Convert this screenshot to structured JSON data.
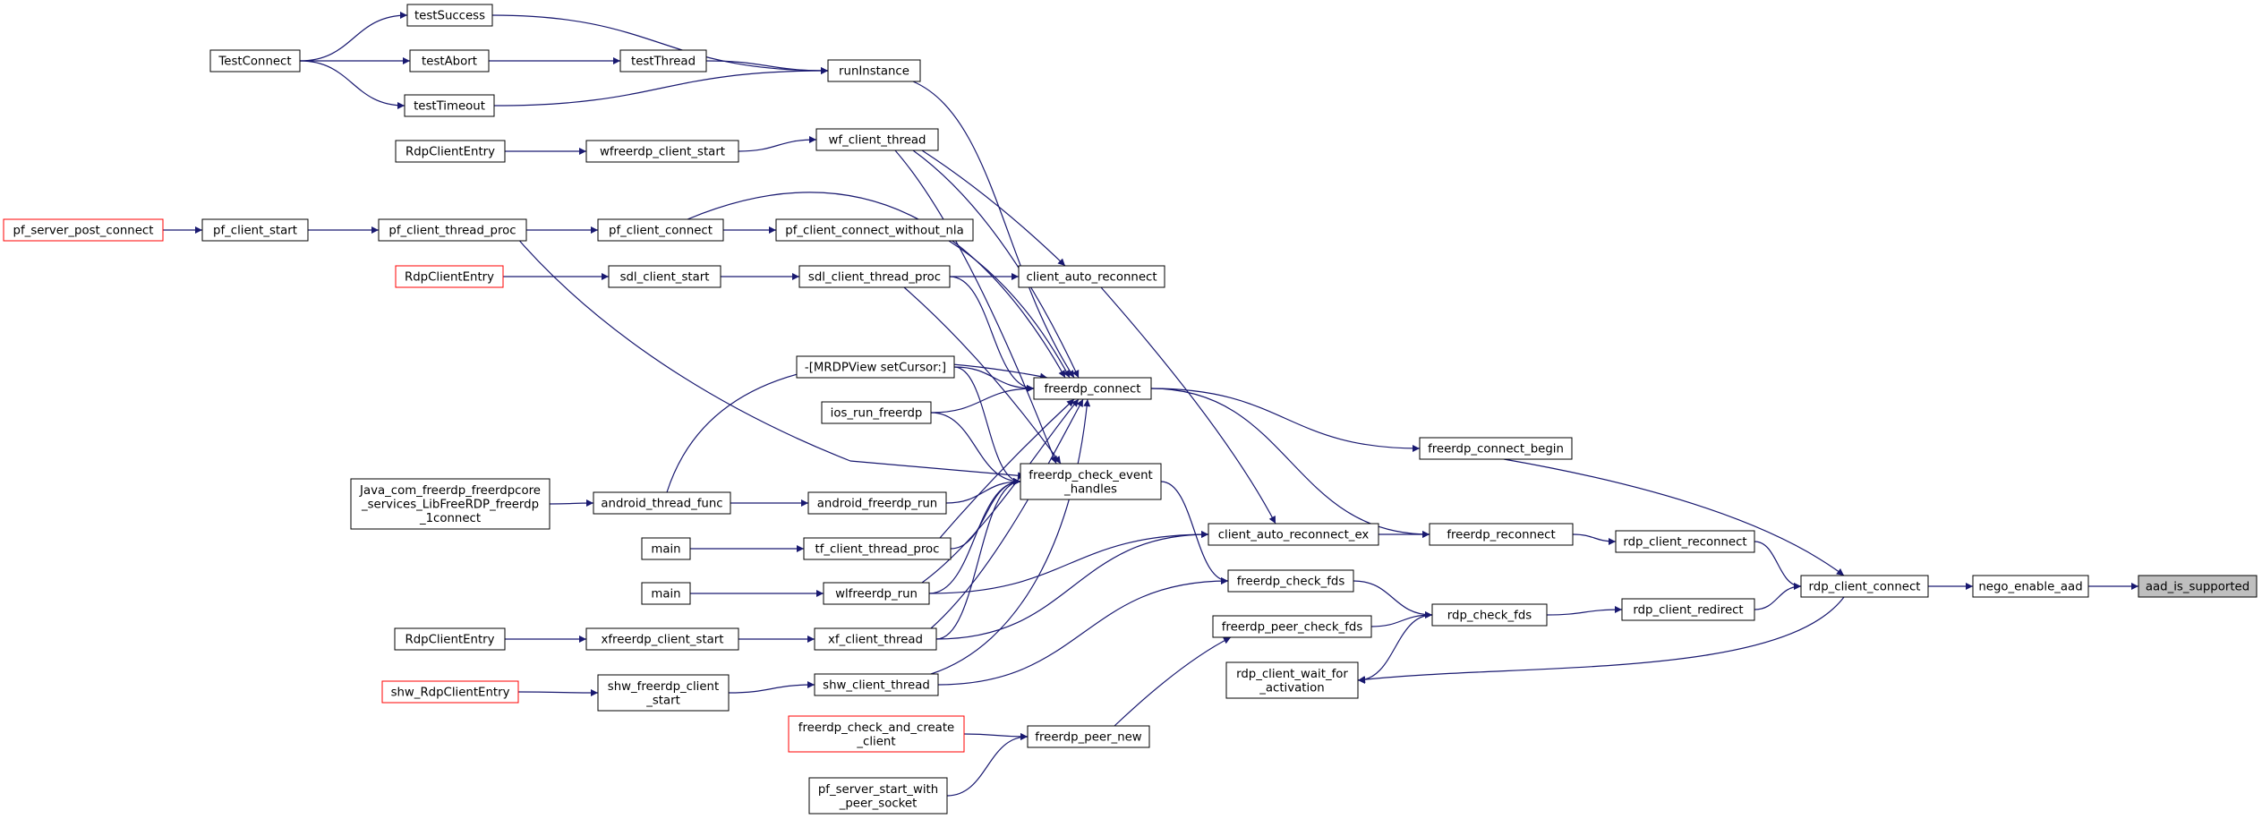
{
  "diagram": {
    "colors": {
      "edge": "#191970",
      "node_border": "#000000",
      "external_border": "#ff0000",
      "highlight_fill": "#bfbfbf"
    },
    "nodes": [
      {
        "id": "testSuccess",
        "lines": [
          "testSuccess"
        ]
      },
      {
        "id": "TestConnect",
        "lines": [
          "TestConnect"
        ]
      },
      {
        "id": "testAbort",
        "lines": [
          "testAbort"
        ]
      },
      {
        "id": "testThread",
        "lines": [
          "testThread"
        ]
      },
      {
        "id": "runInstance",
        "lines": [
          "runInstance"
        ]
      },
      {
        "id": "testTimeout",
        "lines": [
          "testTimeout"
        ]
      },
      {
        "id": "RdpClientEntry1",
        "lines": [
          "RdpClientEntry"
        ]
      },
      {
        "id": "wfreerdp_client_start",
        "lines": [
          "wfreerdp_client_start"
        ]
      },
      {
        "id": "wf_client_thread",
        "lines": [
          "wf_client_thread"
        ]
      },
      {
        "id": "pf_server_post_connect",
        "lines": [
          "pf_server_post_connect"
        ],
        "external": true
      },
      {
        "id": "pf_client_start",
        "lines": [
          "pf_client_start"
        ]
      },
      {
        "id": "pf_client_thread_proc",
        "lines": [
          "pf_client_thread_proc"
        ]
      },
      {
        "id": "pf_client_connect",
        "lines": [
          "pf_client_connect"
        ]
      },
      {
        "id": "pf_client_connect_without_nla",
        "lines": [
          "pf_client_connect_without_nla"
        ]
      },
      {
        "id": "RdpClientEntry2",
        "lines": [
          "RdpClientEntry"
        ],
        "external": true
      },
      {
        "id": "sdl_client_start",
        "lines": [
          "sdl_client_start"
        ]
      },
      {
        "id": "sdl_client_thread_proc",
        "lines": [
          "sdl_client_thread_proc"
        ]
      },
      {
        "id": "client_auto_reconnect",
        "lines": [
          "client_auto_reconnect"
        ]
      },
      {
        "id": "mrdpview_setcursor",
        "lines": [
          "-[MRDPView setCursor:]"
        ]
      },
      {
        "id": "freerdp_connect",
        "lines": [
          "freerdp_connect"
        ]
      },
      {
        "id": "ios_run_freerdp",
        "lines": [
          "ios_run_freerdp"
        ]
      },
      {
        "id": "freerdp_connect_begin",
        "lines": [
          "freerdp_connect_begin"
        ]
      },
      {
        "id": "java_com_freerdp",
        "lines": [
          "Java_com_freerdp_freerdpcore",
          "_services_LibFreeRDP_freerdp",
          "_1connect"
        ]
      },
      {
        "id": "android_thread_func",
        "lines": [
          "android_thread_func"
        ]
      },
      {
        "id": "android_freerdp_run",
        "lines": [
          "android_freerdp_run"
        ]
      },
      {
        "id": "freerdp_check_event_handles",
        "lines": [
          "freerdp_check_event",
          "_handles"
        ]
      },
      {
        "id": "main1",
        "lines": [
          "main"
        ]
      },
      {
        "id": "tf_client_thread_proc",
        "lines": [
          "tf_client_thread_proc"
        ]
      },
      {
        "id": "client_auto_reconnect_ex",
        "lines": [
          "client_auto_reconnect_ex"
        ]
      },
      {
        "id": "freerdp_reconnect",
        "lines": [
          "freerdp_reconnect"
        ]
      },
      {
        "id": "rdp_client_reconnect",
        "lines": [
          "rdp_client_reconnect"
        ]
      },
      {
        "id": "main2",
        "lines": [
          "main"
        ]
      },
      {
        "id": "wlfreerdp_run",
        "lines": [
          "wlfreerdp_run"
        ]
      },
      {
        "id": "freerdp_check_fds",
        "lines": [
          "freerdp_check_fds"
        ]
      },
      {
        "id": "rdp_client_connect",
        "lines": [
          "rdp_client_connect"
        ]
      },
      {
        "id": "nego_enable_aad",
        "lines": [
          "nego_enable_aad"
        ]
      },
      {
        "id": "aad_is_supported",
        "lines": [
          "aad_is_supported"
        ],
        "highlight": true
      },
      {
        "id": "freerdp_peer_check_fds",
        "lines": [
          "freerdp_peer_check_fds"
        ]
      },
      {
        "id": "rdp_check_fds",
        "lines": [
          "rdp_check_fds"
        ]
      },
      {
        "id": "rdp_client_redirect",
        "lines": [
          "rdp_client_redirect"
        ]
      },
      {
        "id": "RdpClientEntry3",
        "lines": [
          "RdpClientEntry"
        ]
      },
      {
        "id": "xfreerdp_client_start",
        "lines": [
          "xfreerdp_client_start"
        ]
      },
      {
        "id": "xf_client_thread",
        "lines": [
          "xf_client_thread"
        ]
      },
      {
        "id": "rdp_client_wait_for_activation",
        "lines": [
          "rdp_client_wait_for",
          "_activation"
        ]
      },
      {
        "id": "shw_RdpClientEntry",
        "lines": [
          "shw_RdpClientEntry"
        ],
        "external": true
      },
      {
        "id": "shw_freerdp_client_start",
        "lines": [
          "shw_freerdp_client",
          "_start"
        ]
      },
      {
        "id": "shw_client_thread",
        "lines": [
          "shw_client_thread"
        ]
      },
      {
        "id": "freerdp_check_and_create_client",
        "lines": [
          "freerdp_check_and_create",
          "_client"
        ],
        "external": true
      },
      {
        "id": "freerdp_peer_new",
        "lines": [
          "freerdp_peer_new"
        ]
      },
      {
        "id": "pf_server_start_with_peer_socket",
        "lines": [
          "pf_server_start_with",
          "_peer_socket"
        ]
      }
    ],
    "edges": [
      [
        "TestConnect",
        "testSuccess"
      ],
      [
        "TestConnect",
        "testAbort"
      ],
      [
        "TestConnect",
        "testTimeout"
      ],
      [
        "testAbort",
        "testThread"
      ],
      [
        "testSuccess",
        "runInstance"
      ],
      [
        "testThread",
        "runInstance"
      ],
      [
        "testTimeout",
        "runInstance"
      ],
      [
        "runInstance",
        "freerdp_connect"
      ],
      [
        "RdpClientEntry1",
        "wfreerdp_client_start"
      ],
      [
        "wfreerdp_client_start",
        "wf_client_thread"
      ],
      [
        "wf_client_thread",
        "client_auto_reconnect"
      ],
      [
        "wf_client_thread",
        "freerdp_connect"
      ],
      [
        "wf_client_thread",
        "freerdp_check_event_handles"
      ],
      [
        "pf_server_post_connect",
        "pf_client_start"
      ],
      [
        "pf_client_start",
        "pf_client_thread_proc"
      ],
      [
        "pf_client_thread_proc",
        "pf_client_connect"
      ],
      [
        "pf_client_thread_proc",
        "freerdp_check_event_handles"
      ],
      [
        "pf_client_connect",
        "pf_client_connect_without_nla"
      ],
      [
        "pf_client_connect",
        "freerdp_connect"
      ],
      [
        "pf_client_connect_without_nla",
        "freerdp_connect"
      ],
      [
        "RdpClientEntry2",
        "sdl_client_start"
      ],
      [
        "sdl_client_start",
        "sdl_client_thread_proc"
      ],
      [
        "sdl_client_thread_proc",
        "client_auto_reconnect"
      ],
      [
        "sdl_client_thread_proc",
        "freerdp_connect"
      ],
      [
        "sdl_client_thread_proc",
        "freerdp_check_event_handles"
      ],
      [
        "client_auto_reconnect",
        "client_auto_reconnect_ex"
      ],
      [
        "mrdpview_setcursor",
        "freerdp_connect"
      ],
      [
        "mrdpview_setcursor",
        "freerdp_check_event_handles"
      ],
      [
        "ios_run_freerdp",
        "freerdp_connect"
      ],
      [
        "ios_run_freerdp",
        "freerdp_check_event_handles"
      ],
      [
        "freerdp_connect",
        "freerdp_connect_begin"
      ],
      [
        "freerdp_connect",
        "freerdp_reconnect"
      ],
      [
        "java_com_freerdp",
        "android_thread_func"
      ],
      [
        "android_thread_func",
        "android_freerdp_run"
      ],
      [
        "android_thread_func",
        "freerdp_connect"
      ],
      [
        "android_freerdp_run",
        "freerdp_check_event_handles"
      ],
      [
        "freerdp_check_event_handles",
        "freerdp_check_fds"
      ],
      [
        "main1",
        "tf_client_thread_proc"
      ],
      [
        "tf_client_thread_proc",
        "freerdp_connect"
      ],
      [
        "tf_client_thread_proc",
        "freerdp_check_event_handles"
      ],
      [
        "main2",
        "wlfreerdp_run"
      ],
      [
        "wlfreerdp_run",
        "freerdp_connect"
      ],
      [
        "wlfreerdp_run",
        "freerdp_check_event_handles"
      ],
      [
        "wlfreerdp_run",
        "client_auto_reconnect_ex"
      ],
      [
        "RdpClientEntry3",
        "xfreerdp_client_start"
      ],
      [
        "xfreerdp_client_start",
        "xf_client_thread"
      ],
      [
        "xf_client_thread",
        "freerdp_connect"
      ],
      [
        "xf_client_thread",
        "freerdp_check_event_handles"
      ],
      [
        "xf_client_thread",
        "client_auto_reconnect_ex"
      ],
      [
        "shw_RdpClientEntry",
        "shw_freerdp_client_start"
      ],
      [
        "shw_freerdp_client_start",
        "shw_client_thread"
      ],
      [
        "shw_client_thread",
        "freerdp_connect"
      ],
      [
        "shw_client_thread",
        "freerdp_check_fds"
      ],
      [
        "client_auto_reconnect_ex",
        "freerdp_reconnect"
      ],
      [
        "freerdp_reconnect",
        "rdp_client_reconnect"
      ],
      [
        "freerdp_connect_begin",
        "rdp_client_connect"
      ],
      [
        "rdp_client_reconnect",
        "rdp_client_connect"
      ],
      [
        "freerdp_check_fds",
        "rdp_check_fds"
      ],
      [
        "freerdp_peer_check_fds",
        "rdp_check_fds"
      ],
      [
        "rdp_check_fds",
        "rdp_client_redirect"
      ],
      [
        "rdp_check_fds",
        "rdp_client_wait_for_activation"
      ],
      [
        "rdp_client_redirect",
        "rdp_client_connect"
      ],
      [
        "rdp_client_connect",
        "rdp_client_wait_for_activation"
      ],
      [
        "rdp_client_connect",
        "nego_enable_aad"
      ],
      [
        "nego_enable_aad",
        "aad_is_supported"
      ],
      [
        "freerdp_check_and_create_client",
        "freerdp_peer_new"
      ],
      [
        "pf_server_start_with_peer_socket",
        "freerdp_peer_new"
      ],
      [
        "freerdp_peer_new",
        "freerdp_peer_check_fds"
      ]
    ]
  }
}
